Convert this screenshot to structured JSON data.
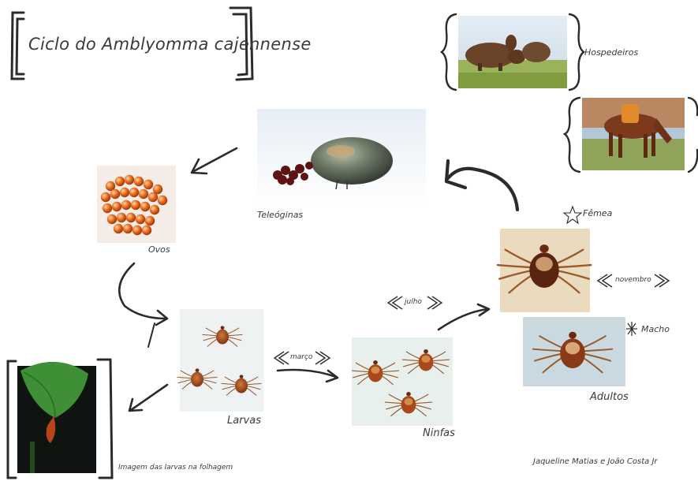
{
  "title": "Ciclo do Amblyomma cajennense",
  "stages": {
    "teleoginas": "Teleóginas",
    "ovos": "Ovos",
    "larvas": "Larvas",
    "ninfas": "Ninfas",
    "adultos": "Adultos"
  },
  "sex": {
    "femea": "Fêmea",
    "macho": "Macho"
  },
  "months": {
    "marco": "março",
    "julho": "julho",
    "novembro": "novembro"
  },
  "hosts_label": "Hospedeiros",
  "foliage_caption": "Imagem das larvas na folhagem",
  "credits": "Jaqueline Matias e João Costa Jr",
  "colors": {
    "ink": "#2b2b2b",
    "tick_orange": "#b2541e",
    "egg_orange": "#e0631c",
    "sky_blue": "#cfe0f0",
    "grass_green": "#8fb04a",
    "leaf_green": "#4a9a3a"
  }
}
